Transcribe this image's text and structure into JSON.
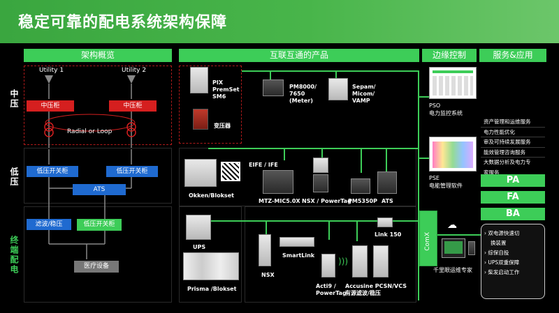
{
  "title": "稳定可靠的配电系统架构保障",
  "headers": {
    "architecture": "架构概览",
    "products": "互联互通的产品",
    "edge": "边缘控制",
    "services": "服务&应用"
  },
  "zones": {
    "mv": "中压",
    "lv": "低压",
    "final": "终端配电"
  },
  "architecture": {
    "utility1": "Utility 1",
    "utility2": "Utility 2",
    "mv_cab1": "中压柜",
    "mv_cab2": "中压柜",
    "radial": "Radial or Loop",
    "lv_sw1": "低压开关柜",
    "lv_sw2": "低压开关柜",
    "ats": "ATS",
    "filter": "滤波/稳压",
    "lv_sw3": "低压开关柜",
    "medical": "医疗设备"
  },
  "products": {
    "pix": "PIX\nPremSet\nSM6",
    "pm8000": "PM8000/\n7650\n(Meter)",
    "sepam": "Sepam/\nMicom/\nVAMP",
    "transformer": "变压器",
    "eife": "EIFE / IFE",
    "okken": "Okken/Blokset",
    "mtz": "MTZ-MIC5.0X",
    "nsx_pt": "NSX / PowerTag",
    "pm5350": "PM5350P",
    "ats": "ATS",
    "ups": "UPS",
    "smartlink": "SmartLink",
    "link150": "Link 150",
    "prisma": "Prisma /Blokset",
    "nsx": "NSX",
    "acti9": "Acti9 /\nPowerTag",
    "accusine": "Accusine PCSN/VCS\n有源滤波/稳压"
  },
  "edge": {
    "pso": "PSO\n电力监控系统",
    "pse": "PSE\n电能管理软件",
    "comx": "ComX",
    "expert": "千里眼运维专家"
  },
  "services": {
    "list": [
      "资产管理和运维服务",
      "电力性能优化",
      "审及可持续发展服务",
      "能效管理咨询服务",
      "大数据分析及电力专",
      "家服务"
    ],
    "pa": "PA",
    "fa": "FA",
    "ba": "BA",
    "box": [
      "双电源快速切",
      "换装置",
      "综保自投",
      "UPS双重保障",
      "柴发启动工作"
    ]
  },
  "colors": {
    "green": "#3dcd58",
    "red": "#d51f1f",
    "blue": "#1f6ad0"
  }
}
